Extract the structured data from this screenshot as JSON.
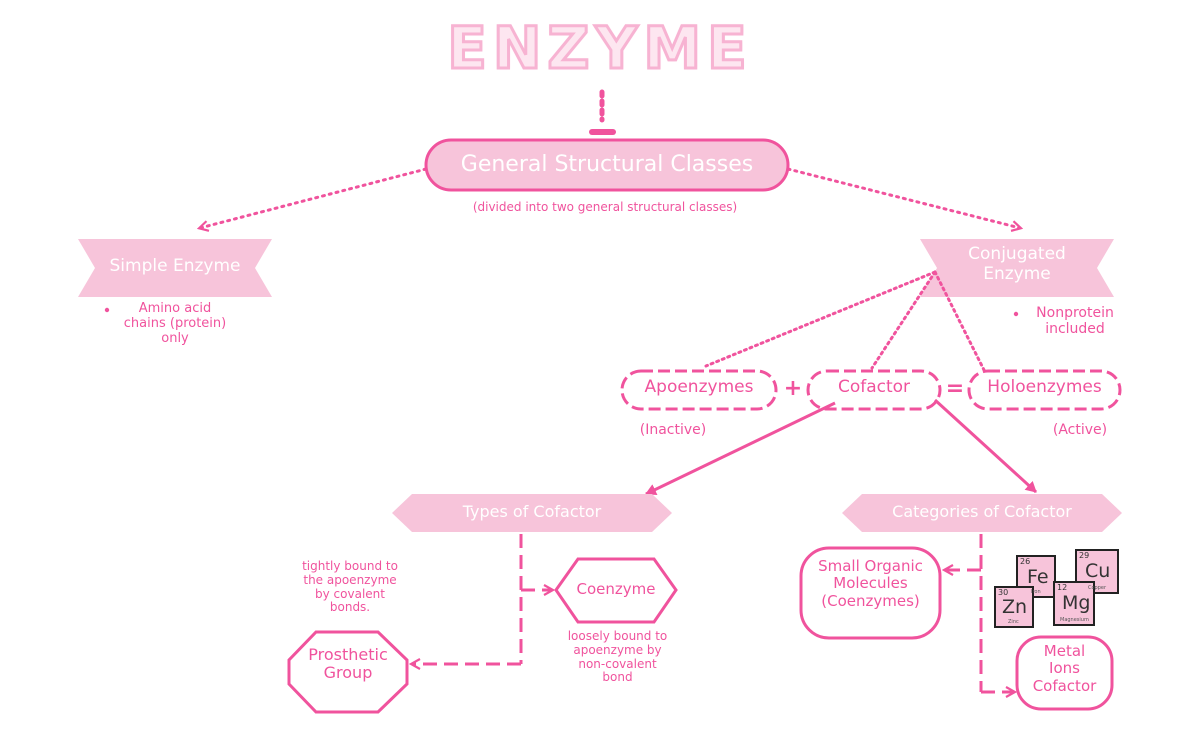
{
  "title": "ENZYME",
  "root": {
    "label": "General Structural Classes",
    "note": "(divided into two general structural classes)"
  },
  "simple": {
    "label": "Simple Enzyme",
    "bullet": "Amino acid\nchains (protein)\nonly"
  },
  "conjugated": {
    "label": "Conjugated\nEnzyme",
    "bullet": "Nonprotein\nincluded"
  },
  "equation": {
    "apo": "Apoenzymes",
    "plus": "+",
    "cofactor": "Cofactor",
    "equals": "=",
    "holo": "Holoenzymes",
    "inactive": "(Inactive)",
    "active": "(Active)"
  },
  "types": {
    "label": "Types of Cofactor",
    "coenzyme": "Coenzyme",
    "coenzyme_note": "loosely bound to\napoenzyme by\nnon-covalent\nbond",
    "prosthetic": "Prosthetic\nGroup",
    "prosthetic_note": "tightly bound to\nthe apoenzyme\nby covalent\nbonds."
  },
  "categories": {
    "label": "Categories of Cofactor",
    "small": "Small Organic\nMolecules\n(Coenzymes)",
    "metal": "Metal\nIons\nCofactor"
  },
  "elements": [
    {
      "number": "26",
      "symbol": "Fe",
      "name": "Iron"
    },
    {
      "number": "29",
      "symbol": "Cu",
      "name": "Copper"
    },
    {
      "number": "30",
      "symbol": "Zn",
      "name": "Zinc"
    },
    {
      "number": "12",
      "symbol": "Mg",
      "name": "Magnesium"
    }
  ],
  "colors": {
    "accent": "#f0539d",
    "shape_fill": "#f7c4da",
    "title_fill": "#fde6f0"
  }
}
